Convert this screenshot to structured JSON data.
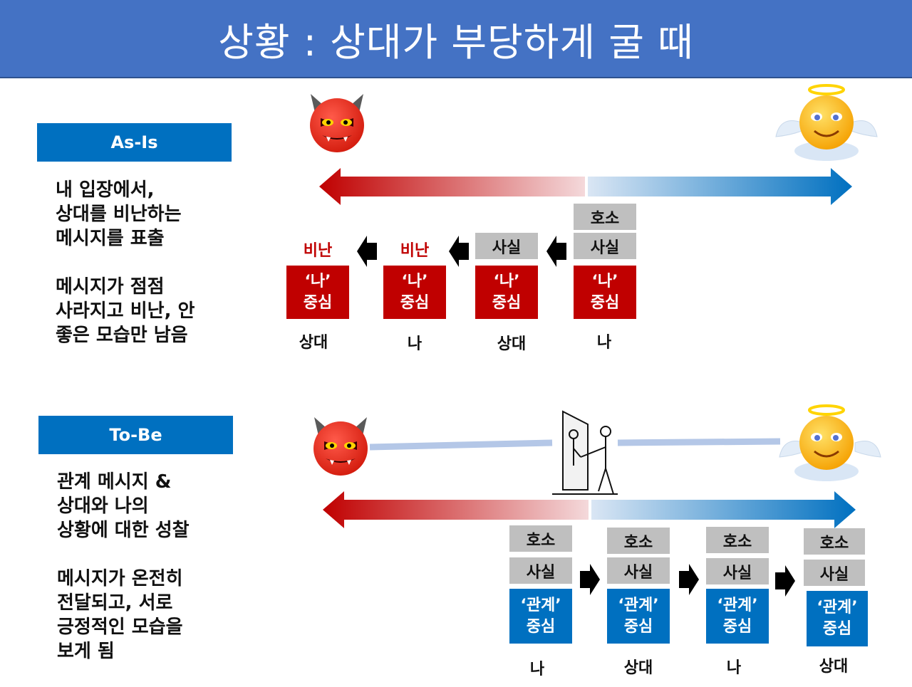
{
  "header": {
    "title": "상황 : 상대가 부당하게 굴 때"
  },
  "as_is": {
    "label": "As-Is",
    "desc": [
      "내 입장에서,",
      "상대를 비난하는",
      "메시지를 표출",
      "",
      "메시지가 점점",
      "사라지고 비난, 안",
      "좋은 모습만 남음"
    ],
    "columns": [
      {
        "top": "",
        "fact": "",
        "blame": "비난",
        "core_1": "‘나’",
        "core_2": "중심",
        "who": "상대"
      },
      {
        "top": "",
        "fact": "",
        "blame": "비난",
        "core_1": "‘나’",
        "core_2": "중심",
        "who": "나"
      },
      {
        "top": "",
        "fact": "사실",
        "blame": "",
        "core_1": "‘나’",
        "core_2": "중심",
        "who": "상대"
      },
      {
        "top": "호소",
        "fact": "사실",
        "blame": "",
        "core_1": "‘나’",
        "core_2": "중심",
        "who": "나"
      }
    ]
  },
  "to_be": {
    "label": "To-Be",
    "desc": [
      "관계 메시지 &",
      "상대와 나의",
      "상황에 대한 성찰",
      "",
      "메시지가 온전히",
      "전달되고, 서로",
      "긍정적인 모습을",
      "보게 됨"
    ],
    "columns": [
      {
        "top": "호소",
        "fact": "사실",
        "core_1": "‘관계’",
        "core_2": "중심",
        "who": "나"
      },
      {
        "top": "호소",
        "fact": "사실",
        "core_1": "‘관계’",
        "core_2": "중심",
        "who": "상대"
      },
      {
        "top": "호소",
        "fact": "사실",
        "core_1": "‘관계’",
        "core_2": "중심",
        "who": "나"
      },
      {
        "top": "호소",
        "fact": "사실",
        "core_1": "‘관계’",
        "core_2": "중심",
        "who": "상대"
      }
    ]
  },
  "colors": {
    "header": "#4472c4",
    "label": "#0070c0",
    "red": "#c00000",
    "gray": "#bfbfbf"
  },
  "icons": [
    "devil-face-icon",
    "angel-face-icon",
    "person-mirror-icon",
    "arrow-left-icon",
    "arrow-right-icon"
  ]
}
